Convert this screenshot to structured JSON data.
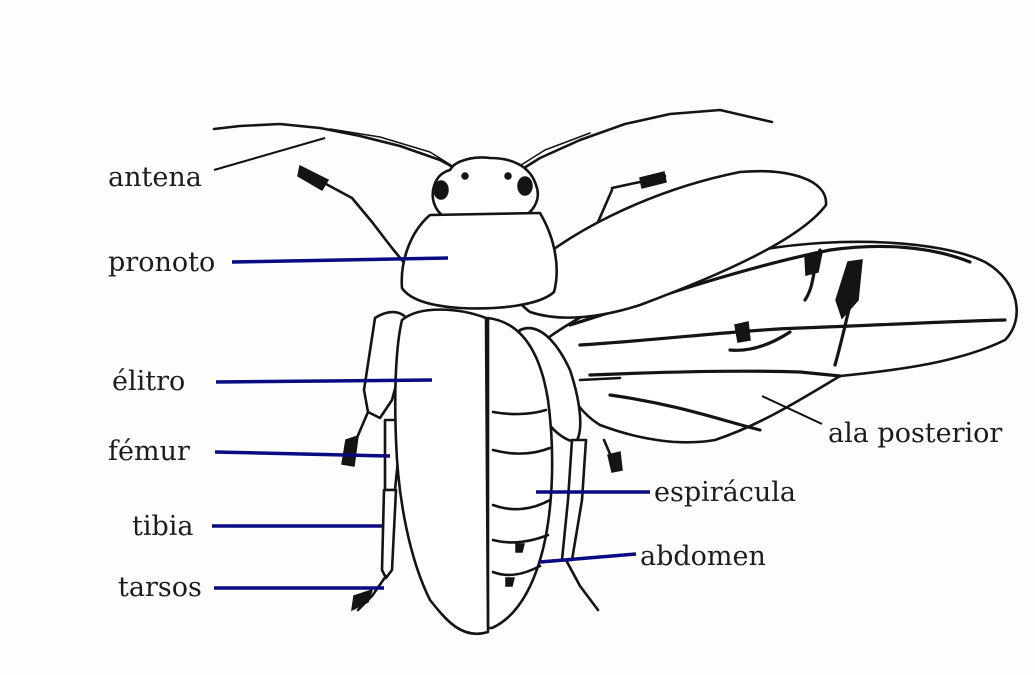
{
  "labels": {
    "antena": "antena",
    "pronoto": "pronoto",
    "elitro": "élitro",
    "femur": "fémur",
    "tibia": "tibia",
    "tarsos": "tarsos",
    "ala_posterior": "ala posterior",
    "espiracula": "espirácula",
    "abdomen": "abdomen"
  },
  "colors": {
    "ink": "#141414",
    "leader_line": "#0a0a82",
    "background": "#fdfdfc"
  }
}
